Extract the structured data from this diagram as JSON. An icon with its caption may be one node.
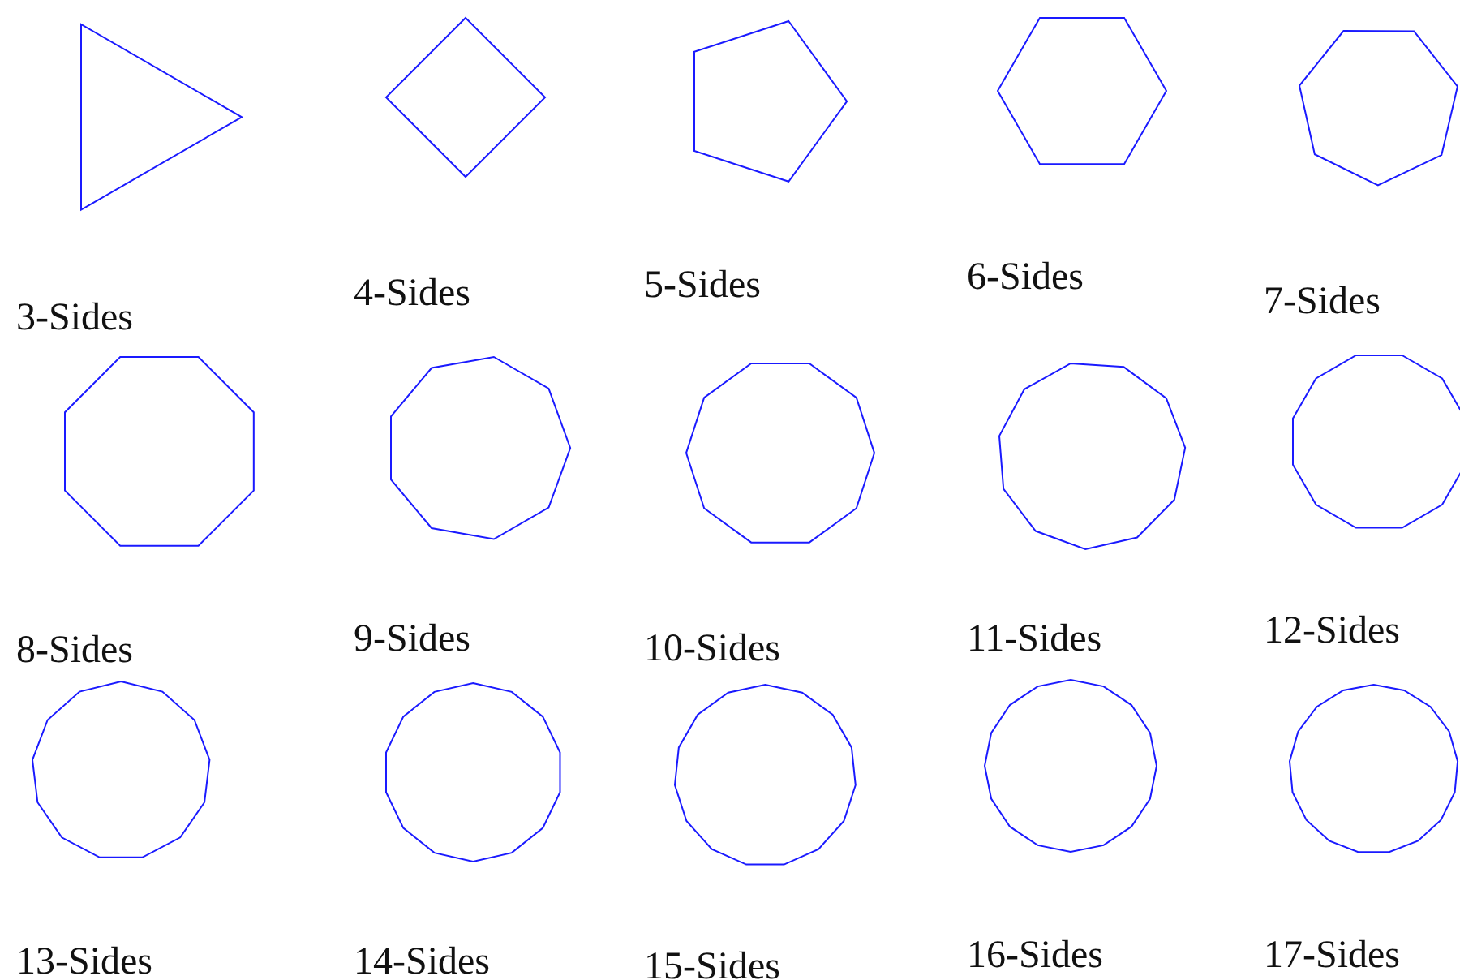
{
  "diagram": {
    "nodes": [
      {
        "text": [
          "3-Sides"
        ]
      },
      {
        "text": [
          "4-Sides"
        ]
      },
      {
        "text": [
          "5-Sides"
        ]
      },
      {
        "text": [
          "6-Sides"
        ]
      },
      {
        "text": [
          "7-Sides"
        ]
      },
      {
        "text": [
          "8-Sides"
        ]
      },
      {
        "text": [
          "9-Sides"
        ]
      },
      {
        "text": [
          "10-Sides"
        ]
      },
      {
        "text": [
          "11-Sides"
        ]
      },
      {
        "text": [
          "12-Sides"
        ]
      },
      {
        "text": [
          "13-Sides"
        ]
      },
      {
        "text": [
          "14-Sides"
        ]
      },
      {
        "text": [
          "15-Sides"
        ]
      },
      {
        "text": [
          "16-Sides"
        ]
      },
      {
        "text": [
          "17-Sides"
        ]
      }
    ]
  }
}
